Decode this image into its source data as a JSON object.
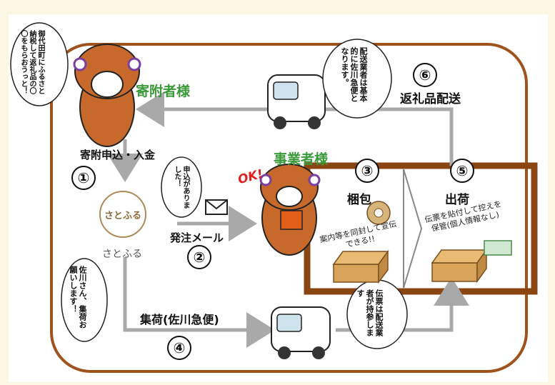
{
  "donor_label": "寄附者様",
  "donor_bubble": "御代田町にふるさと納税して返礼品の〇〇をもらおうっと！",
  "apply_label": "寄附申込・入金",
  "step1": "①",
  "satofuru_logo": "さとふる",
  "satofuru_label": "さとふる",
  "satofuru_bubble_top": "申込がありました！",
  "order_mail_label": "発注メール",
  "step2": "②",
  "business_label": "事業者様",
  "ok_label": "OK!",
  "pack_label": "梱包",
  "step3": "③",
  "pack_note": "案内等を同封して宣伝できる!!",
  "ship_label": "出荷",
  "step5": "⑤",
  "ship_note": "伝票を貼付して控えを保管(個人情報なし)",
  "delivery_label": "返礼品配送",
  "step6": "⑥",
  "delivery_bubble": "配送業者は基本的に佐川急便となります。",
  "pickup_label": "集荷(佐川急便)",
  "step4": "④",
  "pickup_bubble": "佐川さん、集荷お願いします！",
  "slip_bubble": "伝票は配送業者が持参します",
  "colors": {
    "frame": "#a0521d",
    "arrow": "#a9a9a9",
    "green": "#3a9a3a",
    "mascot": "#c8692c"
  }
}
